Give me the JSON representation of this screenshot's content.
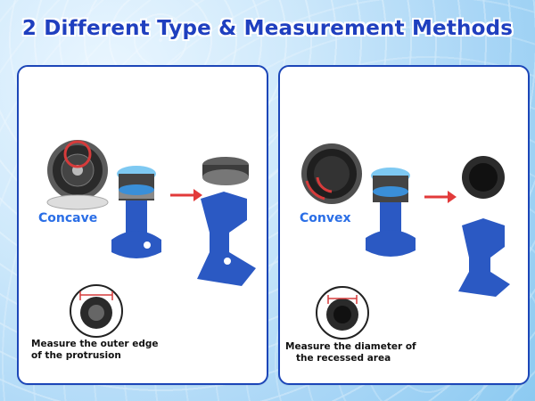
{
  "title": "2 Different Type & Measurement Methods",
  "panels": {
    "concave": {
      "label": "Concave",
      "caption_line1": "Measure the outer edge",
      "caption_line2": "of the protrusion"
    },
    "convex": {
      "label": "Convex",
      "caption_line1": "Measure the diameter of",
      "caption_line2": "the recessed area"
    }
  },
  "colors": {
    "brand_blue": "#1c46b8",
    "label_blue": "#2a6ee6",
    "part_blue": "#2b59c3",
    "arrow_red": "#e23a3a"
  }
}
